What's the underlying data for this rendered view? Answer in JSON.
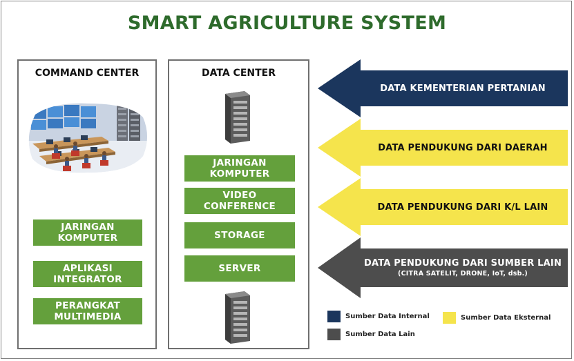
{
  "title": "SMART AGRICULTURE SYSTEM",
  "command_center": {
    "heading": "COMMAND CENTER",
    "items": [
      "JARINGAN\nKOMPUTER",
      "APLIKASI\nINTEGRATOR",
      "PERANGKAT\nMULTIMEDIA"
    ]
  },
  "data_center": {
    "heading": "DATA CENTER",
    "items": [
      "JARINGAN\nKOMPUTER",
      "VIDEO\nCONFERENCE",
      "STORAGE",
      "SERVER"
    ]
  },
  "sources": [
    {
      "label": "DATA KEMENTERIAN PERTANIAN",
      "sublabel": "",
      "type": "internal"
    },
    {
      "label": "DATA PENDUKUNG DARI DAERAH",
      "sublabel": "",
      "type": "eksternal"
    },
    {
      "label": "DATA PENDUKUNG DARI K/L LAIN",
      "sublabel": "",
      "type": "eksternal"
    },
    {
      "label": "DATA PENDUKUNG DARI SUMBER LAIN",
      "sublabel": "(CITRA SATELIT, DRONE, IoT, dsb.)",
      "type": "lain"
    }
  ],
  "legend": {
    "internal": "Sumber Data Internal",
    "eksternal": "Sumber Data Eksternal",
    "lain": "Sumber Data Lain"
  },
  "colors": {
    "title": "#2e6b2c",
    "green_box": "#64a03c",
    "internal": "#1b365d",
    "eksternal": "#f5e44c",
    "lain": "#4d4d4d"
  }
}
